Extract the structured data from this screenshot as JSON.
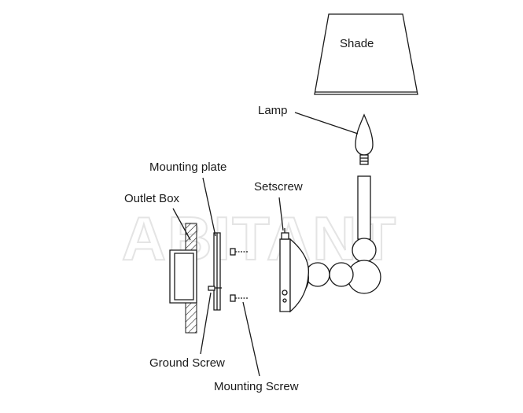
{
  "watermark": "ABITANT",
  "labels": {
    "shade": "Shade",
    "lamp": "Lamp",
    "mounting_plate": "Mounting plate",
    "setscrew": "Setscrew",
    "outlet_box": "Outlet Box",
    "ground_screw": "Ground Screw",
    "mounting_screw": "Mounting Screw"
  }
}
